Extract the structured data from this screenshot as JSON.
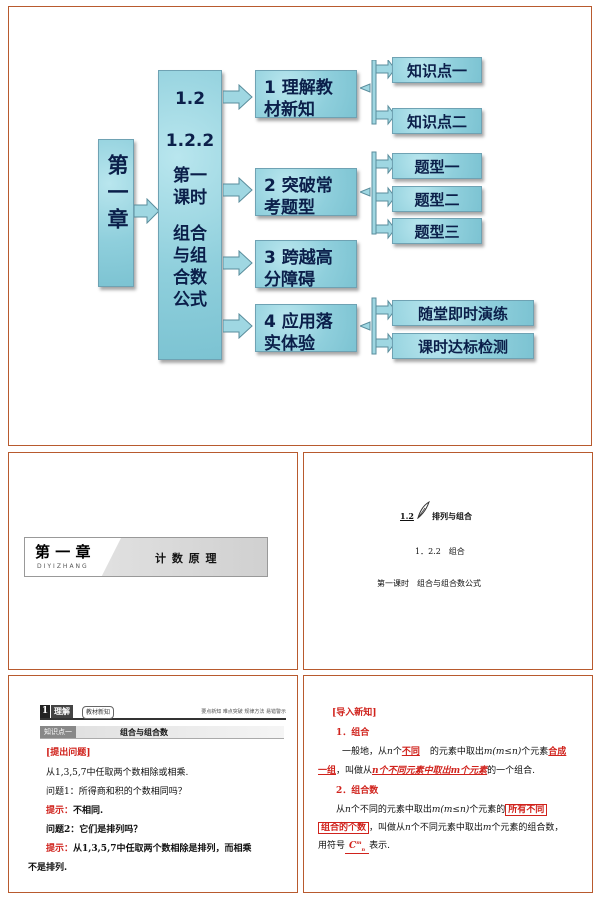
{
  "outline": {
    "chapter": "第一章",
    "section": [
      "1.2",
      "1.2.2",
      "第一课时",
      "组合与组合数公式"
    ],
    "parts": [
      {
        "label": "1 理解教材新知",
        "items": [
          "知识点一",
          "知识点二"
        ]
      },
      {
        "label": "2 突破常考题型",
        "items": [
          "题型一",
          "题型二",
          "题型三"
        ]
      },
      {
        "label": "3 跨越高分障碍",
        "items": []
      },
      {
        "label": "4 应用落实体验",
        "items": [
          "随堂即时演练",
          "课时达标检测"
        ]
      }
    ]
  },
  "cover": {
    "chapter_title": "第 一 章",
    "chapter_pinyin": "DIYIZHANG",
    "chapter_subject": "计 数 原 理"
  },
  "title_page": {
    "badge": "1.2",
    "heading": "排列与组合",
    "section": "1．2.2　组合",
    "lesson": "第一课时　组合与组合数公式"
  },
  "knowledge": {
    "banner_num": "1",
    "banner_title": "理解",
    "banner_sub": "教材新知",
    "banner_right": "要点新知  难点突破  规律方法  易错警示",
    "point_label": "知识点一",
    "point_title": "组合与组合数",
    "raise_q": "[提出问题]",
    "q_intro": "从1,3,5,7中任取两个数相除或相乘.",
    "q1": "问题1：所得商和积的个数相同吗？",
    "hint_label": "提示：",
    "a1": "不相同.",
    "q2": "问题2：它们是排列吗？",
    "a2_line1": "从1,3,5,7中任取两个数相除是排列，而相乘",
    "a2_line2": "不是排列."
  },
  "new_knowledge": {
    "header": "[导入新知]",
    "h1": "1．组合",
    "l1_a": "一般地，从",
    "l1_n": "n",
    "l1_b": "个",
    "l1_blank1": "不同",
    "l1_c": "的元素中取出",
    "l1_m": "m(m≤n)",
    "l1_d": "个元素",
    "l1_blank2": "合成",
    "l2_blank": "一组",
    "l2_a": "，叫做从",
    "l2_blank2": "n个不同元素中取出m个元素",
    "l2_b": "的一个组合.",
    "h2": "2．组合数",
    "l3_a": "从",
    "l3_b": "n",
    "l3_c": "个不同的元素中取出",
    "l3_d": "m(m≤n)",
    "l3_e": "个元素的",
    "l3_blank": "所有不同",
    "l4_blank": "组合的个数",
    "l4_a": "，叫做从",
    "l4_b": "n",
    "l4_c": "个不同元素中取出",
    "l4_d": "m",
    "l4_e": "个元素的组合数，",
    "l5_a": "用符号",
    "l5_symbol": "C",
    "l5_b": "表示."
  }
}
